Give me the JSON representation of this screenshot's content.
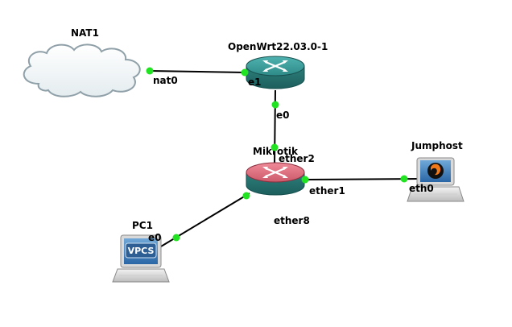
{
  "nodes": {
    "nat1": {
      "label": "NAT1"
    },
    "openwrt": {
      "label": "OpenWrt22.03.0-1"
    },
    "mikrotik": {
      "label": "Mikrotik"
    },
    "jumphost": {
      "label": "Jumphost"
    },
    "pc1": {
      "label": "PC1",
      "badge": "VPCS"
    }
  },
  "ports": {
    "nat0": "nat0",
    "openwrt_e1": "e1",
    "openwrt_e0": "e0",
    "mikrotik_ether2": "ether2",
    "mikrotik_ether1": "ether1",
    "mikrotik_ether8": "ether8",
    "jumphost_eth0": "eth0",
    "pc1_e0": "e0"
  },
  "colors": {
    "link_dot": "#22e322",
    "openwrt_router": "#2e8a87",
    "mikrotik_router": "#cc5a6a",
    "cloud_outline": "#8fa0a8"
  }
}
